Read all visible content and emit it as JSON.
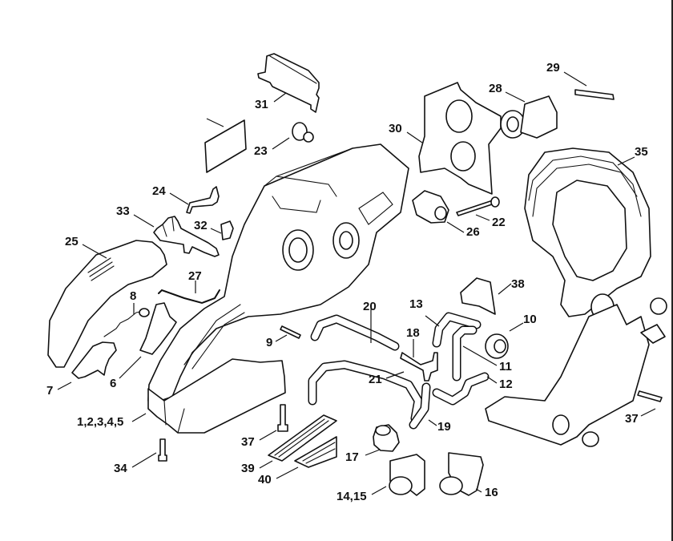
{
  "diagram": {
    "title": "Chainsaw handle housing / anti-vibration exploded parts diagram",
    "callouts": [
      {
        "id": "c31",
        "label": "31",
        "part": "cover-plate"
      },
      {
        "id": "cblank",
        "label": "",
        "part": "label-plate"
      },
      {
        "id": "c23",
        "label": "23",
        "part": "buffer-plug"
      },
      {
        "id": "c24",
        "label": "24",
        "part": "lever"
      },
      {
        "id": "c33",
        "label": "33",
        "part": "throttle-trigger-assembly"
      },
      {
        "id": "c32",
        "label": "32",
        "part": "clip"
      },
      {
        "id": "c25",
        "label": "25",
        "part": "rear-handle-shell"
      },
      {
        "id": "c27",
        "label": "27",
        "part": "throttle-rod"
      },
      {
        "id": "c8",
        "label": "8",
        "part": "spring"
      },
      {
        "id": "c7",
        "label": "7",
        "part": "interlock-lever"
      },
      {
        "id": "c6",
        "label": "6",
        "part": "trigger"
      },
      {
        "id": "c9",
        "label": "9",
        "part": "pin"
      },
      {
        "id": "c1_5",
        "label": "1,2,3,4,5",
        "part": "handle-housing"
      },
      {
        "id": "c34",
        "label": "34",
        "part": "screw"
      },
      {
        "id": "c37a",
        "label": "37",
        "part": "screw"
      },
      {
        "id": "c39",
        "label": "39",
        "part": "mat"
      },
      {
        "id": "c40",
        "label": "40",
        "part": "mat"
      },
      {
        "id": "c30",
        "label": "30",
        "part": "carburetor-support"
      },
      {
        "id": "c28",
        "label": "28",
        "part": "intake-manifold"
      },
      {
        "id": "c29",
        "label": "29",
        "part": "stud"
      },
      {
        "id": "c26",
        "label": "26",
        "part": "annular-buffer"
      },
      {
        "id": "c22",
        "label": "22",
        "part": "screw"
      },
      {
        "id": "c35",
        "label": "35",
        "part": "handlebar"
      },
      {
        "id": "c38",
        "label": "38",
        "part": "clip"
      },
      {
        "id": "c20",
        "label": "20",
        "part": "hose"
      },
      {
        "id": "c13",
        "label": "13",
        "part": "hose"
      },
      {
        "id": "c18",
        "label": "18",
        "part": "t-connector"
      },
      {
        "id": "c10",
        "label": "10",
        "part": "valve"
      },
      {
        "id": "c11",
        "label": "11",
        "part": "hose"
      },
      {
        "id": "c21",
        "label": "21",
        "part": "hose"
      },
      {
        "id": "c12",
        "label": "12",
        "part": "hose"
      },
      {
        "id": "c19",
        "label": "19",
        "part": "hose"
      },
      {
        "id": "c17",
        "label": "17",
        "part": "tank-vent"
      },
      {
        "id": "c14_15",
        "label": "14,15",
        "part": "bracket"
      },
      {
        "id": "c16",
        "label": "16",
        "part": "bracket"
      },
      {
        "id": "c37b",
        "label": "37",
        "part": "screw"
      }
    ]
  }
}
